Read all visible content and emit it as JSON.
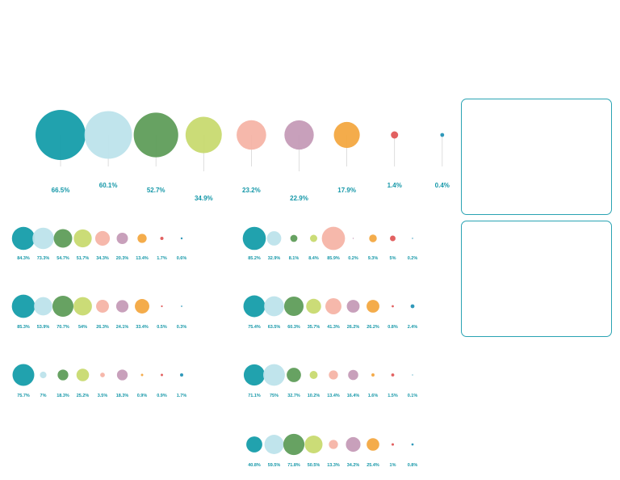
{
  "colors": {
    "label": "#1497a8",
    "stem": "#d6d6d6",
    "palette": [
      "#0e9aa7",
      "#bde3eb",
      "#5a9a55",
      "#c7d96b",
      "#f5b2a4",
      "#c398b5",
      "#f3a53c",
      "#e05454",
      "#1e90b4"
    ]
  },
  "chart_data": [
    {
      "type": "bubble",
      "labels": [
        "66.5%",
        "60.1%",
        "52.7%",
        "34.9%",
        "23.2%",
        "22.9%",
        "17.9%",
        "1.4%",
        "0.4%"
      ],
      "values": [
        66.5,
        60.1,
        52.7,
        34.9,
        23.2,
        22.9,
        17.9,
        1.4,
        0.4
      ]
    },
    {
      "type": "bubble",
      "labels": [
        "84.3%",
        "73.3%",
        "54.7%",
        "51.7%",
        "34.3%",
        "20.3%",
        "13.4%",
        "1.7%",
        "0.6%"
      ],
      "values": [
        84.3,
        73.3,
        54.7,
        51.7,
        34.3,
        20.3,
        13.4,
        1.7,
        0.6
      ]
    },
    {
      "type": "bubble",
      "labels": [
        "85.2%",
        "32.9%",
        "8.1%",
        "8.4%",
        "85.9%",
        "0.2%",
        "9.3%",
        "5%",
        "0.2%"
      ],
      "values": [
        85.2,
        32.9,
        8.1,
        8.4,
        85.9,
        0.2,
        9.3,
        5,
        0.2
      ]
    },
    {
      "type": "bubble",
      "labels": [
        "85.3%",
        "53.9%",
        "70.7%",
        "54%",
        "26.3%",
        "24.1%",
        "33.4%",
        "0.5%",
        "0.3%"
      ],
      "values": [
        85.3,
        53.9,
        70.7,
        54,
        26.3,
        24.1,
        33.4,
        0.5,
        0.3
      ]
    },
    {
      "type": "bubble",
      "labels": [
        "75.4%",
        "63.5%",
        "60.3%",
        "35.7%",
        "41.3%",
        "26.2%",
        "26.2%",
        "0.8%",
        "2.4%"
      ],
      "values": [
        75.4,
        63.5,
        60.3,
        35.7,
        41.3,
        26.2,
        26.2,
        0.8,
        2.4
      ]
    },
    {
      "type": "bubble",
      "labels": [
        "75.7%",
        "7%",
        "18.3%",
        "25.2%",
        "3.5%",
        "18.3%",
        "0.9%",
        "0.9%",
        "1.7%"
      ],
      "values": [
        75.7,
        7,
        18.3,
        25.2,
        3.5,
        18.3,
        0.9,
        0.9,
        1.7
      ]
    },
    {
      "type": "bubble",
      "labels": [
        "71.1%",
        "75%",
        "32.7%",
        "10.2%",
        "13.4%",
        "16.4%",
        "1.6%",
        "1.5%",
        "0.1%"
      ],
      "values": [
        71.1,
        75,
        32.7,
        10.2,
        13.4,
        16.4,
        1.6,
        1.5,
        0.1
      ]
    },
    {
      "type": "bubble",
      "labels": [
        "40.8%",
        "59.5%",
        "71.8%",
        "50.5%",
        "13.3%",
        "34.2%",
        "25.4%",
        "1%",
        "0.8%"
      ],
      "values": [
        40.8,
        59.5,
        71.8,
        50.5,
        13.3,
        34.2,
        25.4,
        1,
        0.8
      ]
    }
  ]
}
